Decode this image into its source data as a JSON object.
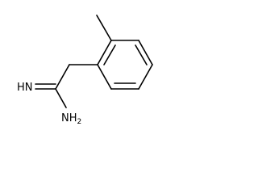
{
  "molecule": {
    "imine_label": "HN",
    "amine_label_main": "NH",
    "amine_label_subscript": "2"
  },
  "colors": {
    "bond": "#000000",
    "background": "#ffffff"
  }
}
